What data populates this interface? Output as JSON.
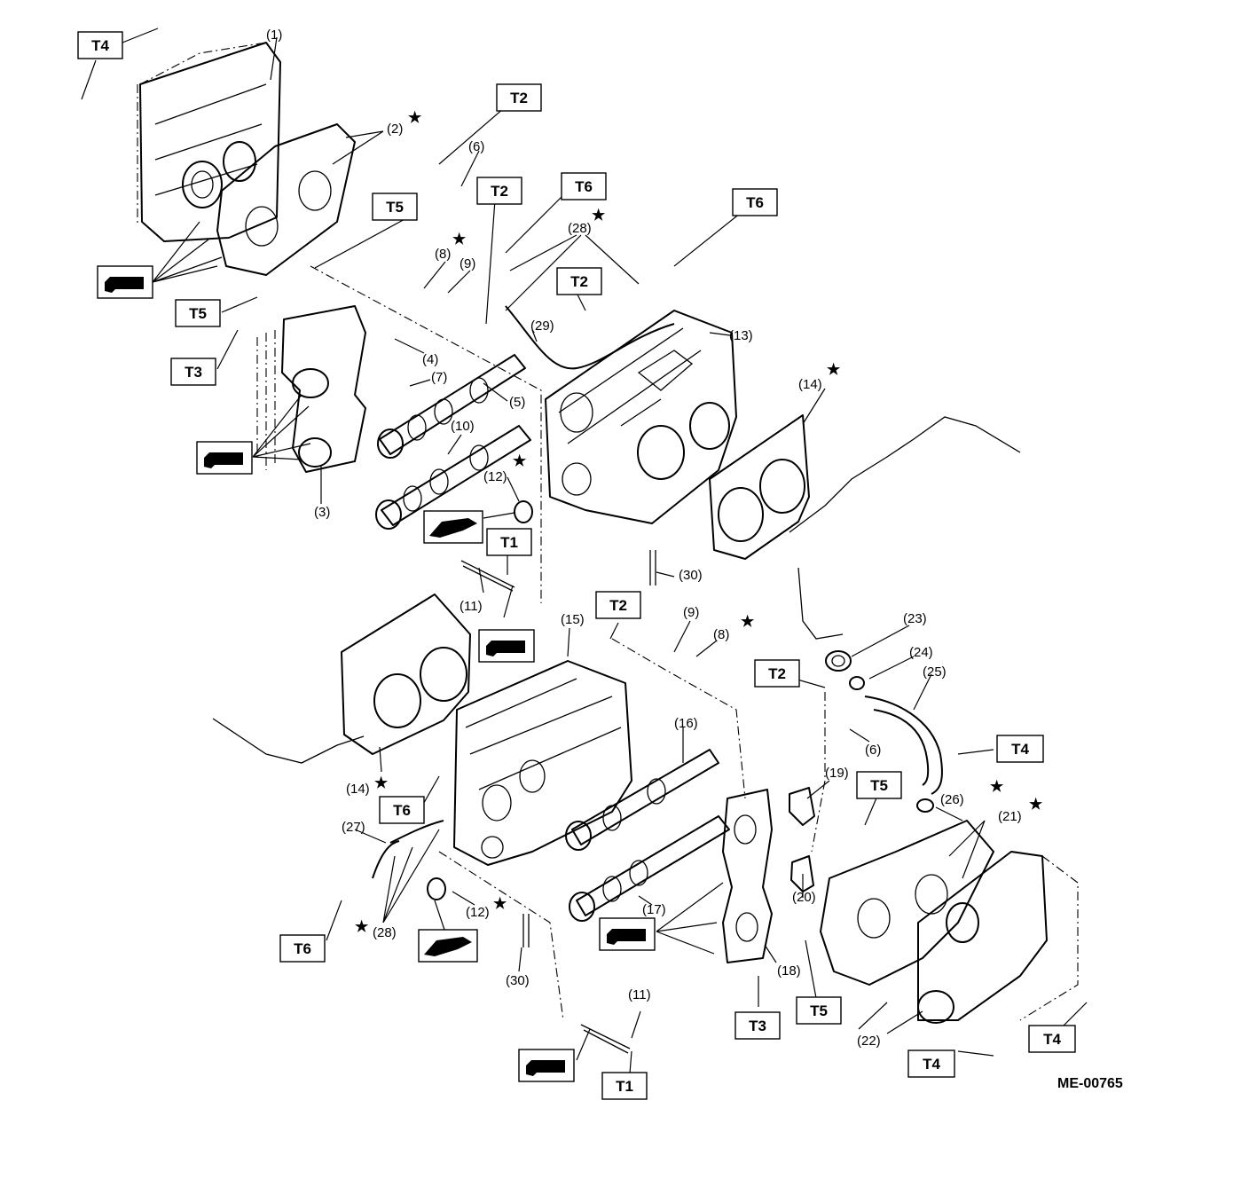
{
  "diagram_code": "ME-00765",
  "star_symbol": "★",
  "torque_labels": {
    "t1": "T1",
    "t2": "T2",
    "t3": "T3",
    "t4": "T4",
    "t5": "T5",
    "t6": "T6"
  },
  "callouts": {
    "c1": "(1)",
    "c2": "(2)",
    "c3": "(3)",
    "c4": "(4)",
    "c5": "(5)",
    "c6": "(6)",
    "c7": "(7)",
    "c8": "(8)",
    "c9": "(9)",
    "c10": "(10)",
    "c11": "(11)",
    "c12": "(12)",
    "c13": "(13)",
    "c14": "(14)",
    "c15": "(15)",
    "c16": "(16)",
    "c17": "(17)",
    "c18": "(18)",
    "c19": "(19)",
    "c20": "(20)",
    "c21": "(21)",
    "c22": "(22)",
    "c23": "(23)",
    "c24": "(24)",
    "c25": "(25)",
    "c26": "(26)",
    "c27": "(27)",
    "c28": "(28)",
    "c29": "(29)",
    "c30": "(30)"
  },
  "symbol_icons": [
    "grease-can-icon",
    "engine-oil-icon",
    "replace-star-icon"
  ]
}
